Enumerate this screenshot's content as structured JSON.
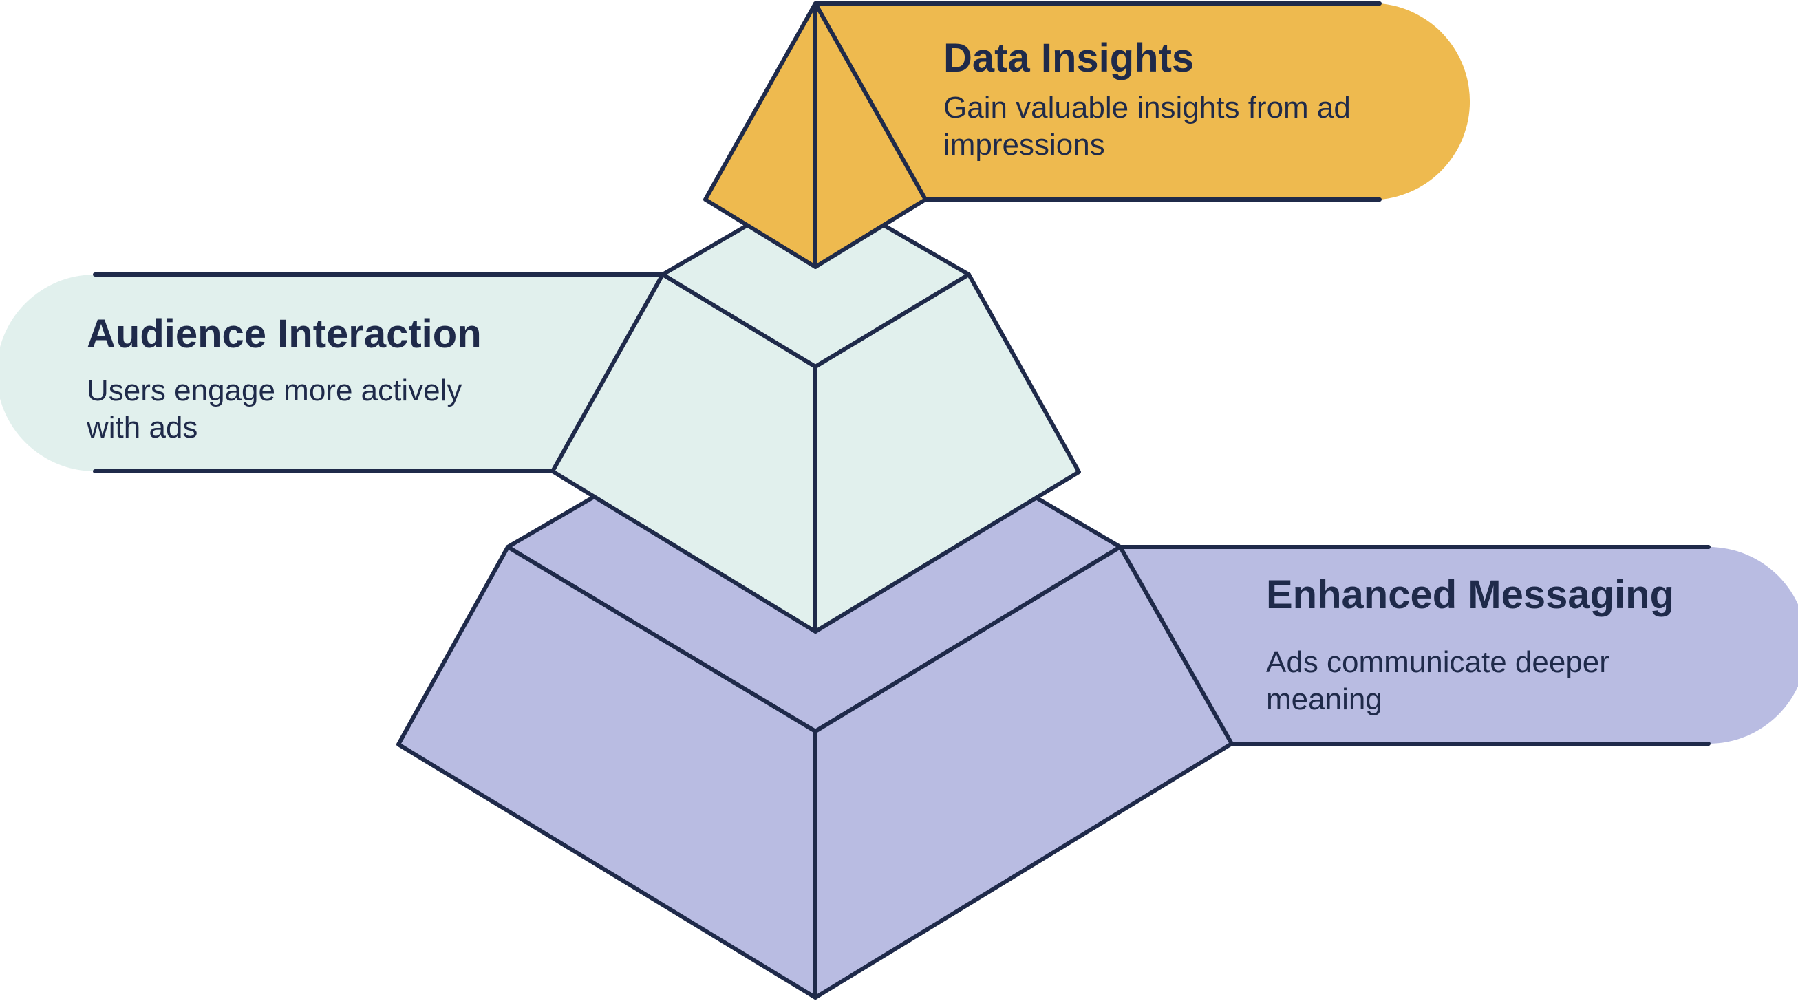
{
  "layers": [
    {
      "id": "data-insights",
      "title": "Data Insights",
      "description_lines": [
        "Gain valuable insights from ad",
        "impressions"
      ]
    },
    {
      "id": "audience-interaction",
      "title": "Audience Interaction",
      "description_lines": [
        "Users engage more actively",
        "with ads"
      ]
    },
    {
      "id": "enhanced-messaging",
      "title": "Enhanced Messaging",
      "description_lines": [
        "Ads communicate deeper",
        "meaning"
      ]
    }
  ],
  "colors": {
    "top_layer": "#eeba4f",
    "middle_layer": "#e1f0ed",
    "bottom_layer": "#b9bce2",
    "outline": "#1f2a4a",
    "text": "#1f2a4a"
  }
}
